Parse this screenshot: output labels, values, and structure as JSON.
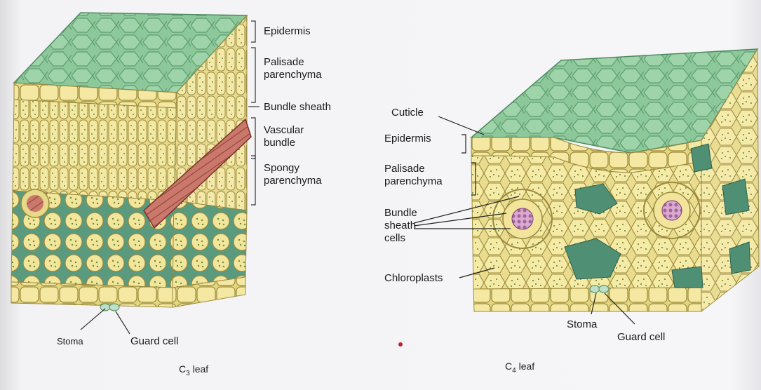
{
  "c3": {
    "labels": {
      "epidermis": "Epidermis",
      "palisade": "Palisade\nparenchyma",
      "bundle_sheath": "Bundle sheath",
      "vascular": "Vascular\nbundle",
      "spongy": "Spongy\nparenchyma",
      "stoma": "Stoma",
      "guard_cell": "Guard cell"
    },
    "caption": {
      "prefix": "C",
      "sub": "3",
      "suffix": " leaf"
    }
  },
  "c4": {
    "labels": {
      "cuticle": "Cuticle",
      "epidermis": "Epidermis",
      "palisade": "Palisade\nparenchyma",
      "bundle_sheath": "Bundle\nsheath\ncells",
      "chloroplasts": "Chloroplasts",
      "stoma": "Stoma",
      "guard_cell": "Guard cell"
    },
    "caption": {
      "prefix": "C",
      "sub": "4",
      "suffix": " leaf"
    }
  },
  "colors": {
    "surface_green": "#8cc79a",
    "cell_yellow": "#f3e79a",
    "cell_outline": "#9a8a3c",
    "vascular_red": "#c46a5e",
    "air_space": "#4f8f73",
    "bundle_core": "#b07aa8"
  }
}
